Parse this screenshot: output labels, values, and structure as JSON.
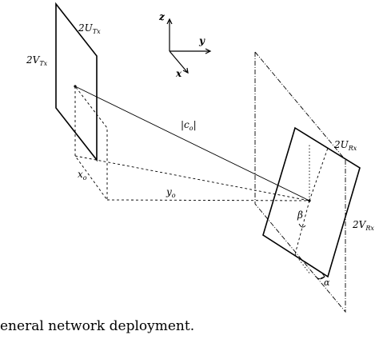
{
  "labels": {
    "tx_width": "2U",
    "tx_width_sub": "Tx",
    "tx_height": "2V",
    "tx_height_sub": "Tx",
    "rx_width": "2U",
    "rx_width_sub": "Rx",
    "rx_height": "2V",
    "rx_height_sub": "Rx",
    "distance": "|c",
    "distance_sub": "o",
    "distance_end": "|",
    "x_offset": "x",
    "x_offset_sub": "o",
    "y_offset": "y",
    "y_offset_sub": "o",
    "beta": "β",
    "alpha": "α"
  },
  "axes": {
    "z": "z",
    "y": "y",
    "x": "x"
  },
  "caption": "eneral network deployment."
}
